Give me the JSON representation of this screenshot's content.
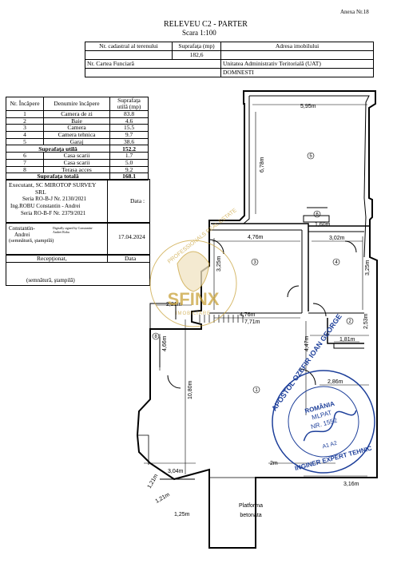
{
  "header": {
    "annex": "Anexa Nr.18",
    "title": "RELEVEU C2 - PARTER",
    "scale": "Scara 1:100"
  },
  "top_table": {
    "h_cadastral": "Nr. cadastral al terenului",
    "h_surface": "Suprafaţa (mp)",
    "h_address": "Adresa imobilului",
    "surface_value": "182,6",
    "h_land_book": "Nr. Cartea Funciară",
    "h_uat": "Unitatea Administrativ Teritorială (UAT)",
    "uat_value": "DOMNESTI"
  },
  "room_table": {
    "h_no": "Nr. Încăpere",
    "h_name": "Denumire încăpere",
    "h_area": "Suprafaţa utilă (mp)",
    "rows": [
      {
        "no": "1",
        "name": "Camera de zi",
        "area": "83.8"
      },
      {
        "no": "2",
        "name": "Baie",
        "area": "4.6"
      },
      {
        "no": "3",
        "name": "Camera",
        "area": "15.5"
      },
      {
        "no": "4",
        "name": "Camera tehnica",
        "area": "9.7"
      },
      {
        "no": "5",
        "name": "Garaj",
        "area": "38.6"
      }
    ],
    "useful_label": "Suprafaţa utilă",
    "useful_value": "152.2",
    "rows2": [
      {
        "no": "6",
        "name": "Casa scarii",
        "area": "1.7"
      },
      {
        "no": "7",
        "name": "Casa scarii",
        "area": "5.0"
      },
      {
        "no": "8",
        "name": "Terasa acces",
        "area": "9.2"
      }
    ],
    "total_label": "Suprafaţa totală",
    "total_value": "168.1"
  },
  "executant": {
    "line1": "Executant, SC MIROTOP SURVEY",
    "line2": "SRL",
    "line3": "Seria RO-B-J Nr. 2130/2021",
    "line4": "Ing.ROBU Constantin - Andrei",
    "line5": "Seria RO-B-F Nr. 2379/2021",
    "date_label": "Data :",
    "name1": "Constantin-",
    "name2": "Andrei",
    "name3": "(semnătură, ştampilă)",
    "digital_sig": "Digitally signed by Constantin-Andrei Robu",
    "date_value": "17.04.2024",
    "reception": "Recepţionat,",
    "date_label2": "Data",
    "signature": "(semnătură, ştampilă)"
  },
  "plan": {
    "dim_595": "5,95m",
    "dim_678": "6,78m",
    "dim_476": "4,76m",
    "dim_302": "3,02m",
    "dim_160": "1,60m",
    "dim_325a": "3,25m",
    "dim_325b": "3,25m",
    "dim_221": "2,21m",
    "dim_476b": "4,76m",
    "dim_771": "7,71m",
    "dim_253": "2,53m",
    "dim_181": "1,81m",
    "dim_466": "4,66m",
    "dim_447": "4,47m",
    "dim_286": "2,86m",
    "dim_1080": "10,80m",
    "dim_172": "2m",
    "dim_304": "3,04m",
    "dim_121a": "1,21m",
    "dim_121b": "1,21m",
    "dim_125": "1,25m",
    "dim_316": "3,16m",
    "room_1": "1",
    "room_2": "2",
    "room_3": "3",
    "room_4": "4",
    "room_5": "5",
    "room_6": "6",
    "room_8": "8",
    "platform1": "Platforma",
    "platform2": "betonata"
  },
  "watermark": {
    "brand": "SFINX",
    "sub": "IMOBILIARE",
    "arc": "PROFESSIONALS REAL ESTATE"
  },
  "stamp": {
    "outer": "APOSTOL OZEFIR IOAN GEORGE",
    "country": "ROMÂNIA",
    "org": "MLPAT",
    "nr": "NR. 1552",
    "grade": "A1 A2",
    "bottom": "INGINER EXPERT TEHNIC"
  },
  "colors": {
    "watermark": "#c9a23a",
    "stamp": "#1d3f9a"
  }
}
